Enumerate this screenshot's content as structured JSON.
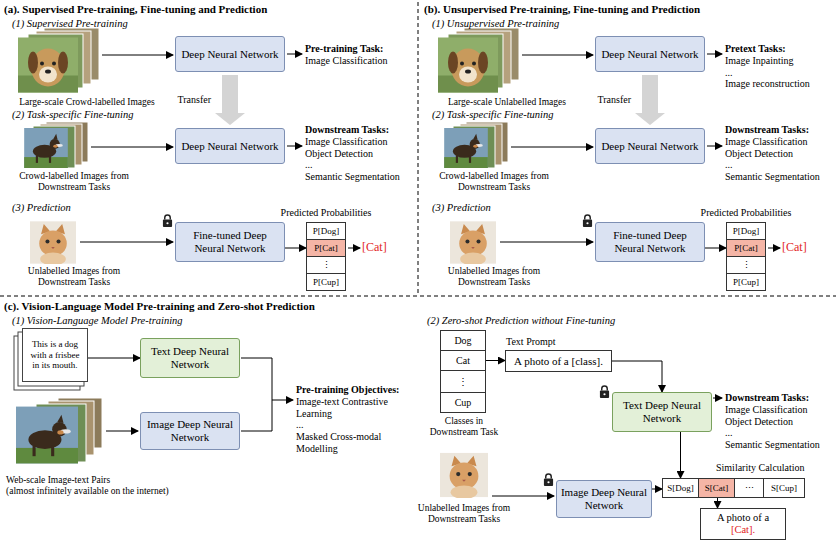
{
  "diagram": {
    "nodes": [
      {
        "text": [
          "Deep Neural Network"
        ]
      },
      {
        "text": [
          "Deep Neural Network"
        ]
      },
      {
        "text": [
          "Fine-tuned Deep Neural Network"
        ]
      },
      {
        "text": [
          "P[Dog]"
        ]
      },
      {
        "text": [
          "P[Cat]"
        ]
      },
      {
        "text": [
          "⋮"
        ]
      },
      {
        "text": [
          "P[Cup]"
        ]
      },
      {
        "text": [
          "Deep Neural Network"
        ]
      },
      {
        "text": [
          "Deep Neural Network"
        ]
      },
      {
        "text": [
          "Fine-tuned Deep Neural Network"
        ]
      },
      {
        "text": [
          "P[Dog]"
        ]
      },
      {
        "text": [
          "P[Cat]"
        ]
      },
      {
        "text": [
          "⋮"
        ]
      },
      {
        "text": [
          "P[Cup]"
        ]
      },
      {
        "text": [
          "This is a dog with a frisbee in its mouth."
        ]
      },
      {
        "text": [
          "Text Deep Neural Network"
        ]
      },
      {
        "text": [
          "Image Deep Neural Network"
        ]
      },
      {
        "text": [
          "Dog"
        ]
      },
      {
        "text": [
          "Cat"
        ]
      },
      {
        "text": [
          "⋮"
        ]
      },
      {
        "text": [
          "Cup"
        ]
      },
      {
        "text": [
          "A photo of a [class]."
        ]
      },
      {
        "text": [
          "Text Deep Neural Network"
        ]
      },
      {
        "text": [
          "Image Deep Neural Network"
        ]
      },
      {
        "text": [
          "S[Dog]"
        ]
      },
      {
        "text": [
          "S[Cat]"
        ]
      },
      {
        "text": [
          "⋯"
        ]
      },
      {
        "text": [
          "S[Cup]"
        ]
      },
      {
        "text": [
          "A photo of a",
          "[Cat]."
        ]
      }
    ],
    "edges": [
      {
        "from": 0,
        "to": 1,
        "label": "Transfer",
        "arrow": "to"
      },
      {
        "from": 2,
        "to": 4,
        "arrow": "to"
      },
      {
        "from": 7,
        "to": 8,
        "label": "Transfer",
        "arrow": "to"
      },
      {
        "from": 9,
        "to": 11,
        "arrow": "to"
      },
      {
        "from": 14,
        "to": 15,
        "arrow": "to"
      },
      {
        "from": 18,
        "to": 21,
        "label": "Text Prompt",
        "arrow": "to"
      },
      {
        "from": 21,
        "to": 22,
        "arrow": "to"
      },
      {
        "from": 22,
        "to": 24,
        "arrow": "to"
      },
      {
        "from": 23,
        "to": 24,
        "arrow": "to"
      },
      {
        "from": 25,
        "to": 28,
        "arrow": "to"
      }
    ],
    "labels": [
      "(a). Supervised Pre-training, Fine-tuning and Prediction",
      "(1) Supervised Pre-training",
      "Large-scale Crowd-labelled Images",
      "Pre-training Task:",
      "Image Classification",
      "(2) Task-specific Fine-tuning",
      "Crowd-labelled Images from Downstream Tasks",
      "Downstream Tasks:",
      "Image Classification",
      "Object Detection",
      "...",
      "Semantic Segmentation",
      "(3) Prediction",
      "Predicted Probabilities",
      "Unlabelled Images from Downstream Tasks",
      "[Cat]",
      "(b). Unsupervised Pre-training, Fine-tuning and Prediction",
      "(1) Unsupervised Pre-training",
      "Large-scale Unlabelled Images",
      "Pretext Tasks:",
      "Image Inpainting",
      "...",
      "Image reconstruction",
      "(2) Task-specific Fine-tuning",
      "Crowd-labelled Images from Downstream Tasks",
      "Downstream Tasks:",
      "Image Classification",
      "Object Detection",
      "...",
      "Semantic Segmentation",
      "(3) Prediction",
      "Predicted Probabilities",
      "Unlabelled Images from Downstream Tasks",
      "[Cat]",
      "(c). Vision-Language Model Pre-training and Zero-shot Prediction",
      "(1) Vision-Language Model Pre-training",
      "Web-scale Image-text Pairs",
      "(almost infinitely available on the internet)",
      "Pre-training Objectives:",
      "Image-text Contrastive Learning",
      "...",
      "Masked Cross-modal Modelling",
      "(2) Zero-shot Prediction without Fine-tuning",
      "Classes in Downstream Task",
      "Downstream Tasks:",
      "Image Classification",
      "Object Detection",
      "...",
      "Semantic Segmentation",
      "Similarity Calculation",
      "Unlabelled Images from Downstream Tasks"
    ]
  }
}
